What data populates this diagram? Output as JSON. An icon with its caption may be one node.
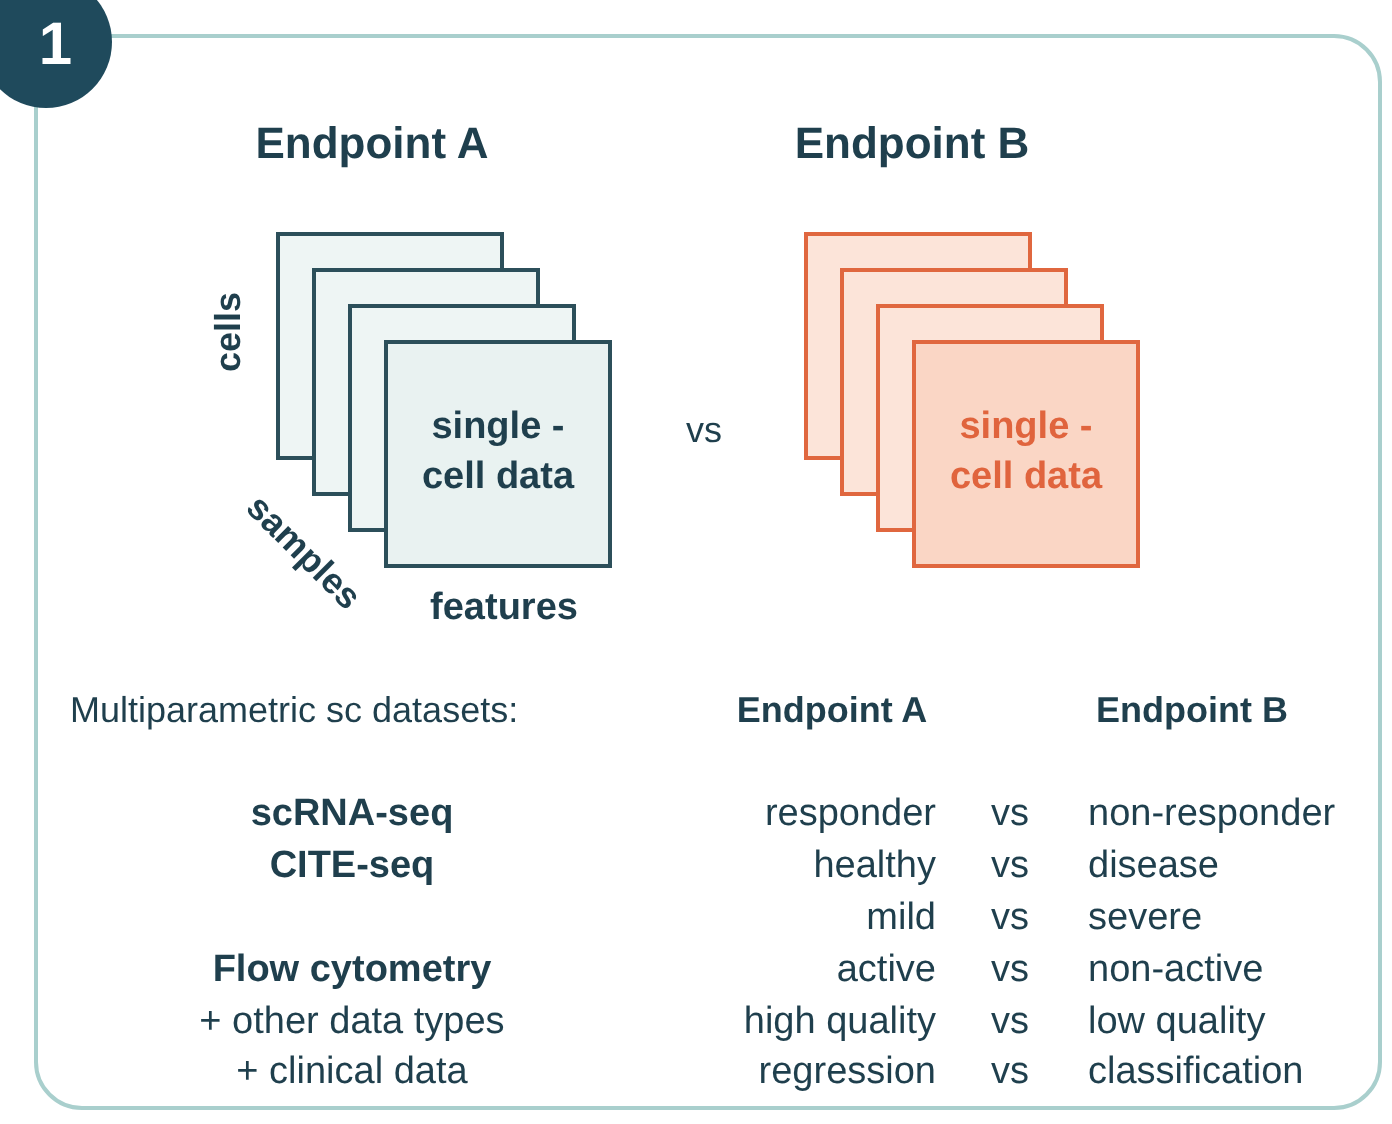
{
  "diagram": {
    "nodes": [
      {
        "text": [
          "1"
        ]
      },
      {
        "text": [
          "single - cell data"
        ]
      },
      {
        "text": [
          "single - cell data"
        ]
      }
    ],
    "edges": [],
    "labels": [
      "Endpoint A",
      "Endpoint B",
      "cells",
      "vs",
      "samples",
      "features",
      "Multiparametric sc datasets:",
      "Endpoint A",
      "Endpoint B",
      "scRNA-seq",
      "responder",
      "vs",
      "non-responder",
      "CITE-seq",
      "healthy",
      "vs",
      "disease",
      "mild",
      "vs",
      "severe",
      "Flow cytometry",
      "active",
      "vs",
      "non-active",
      "+ other data types",
      "high quality",
      "vs",
      "low quality",
      "+ clinical data",
      "regression",
      "vs",
      "classification"
    ]
  }
}
